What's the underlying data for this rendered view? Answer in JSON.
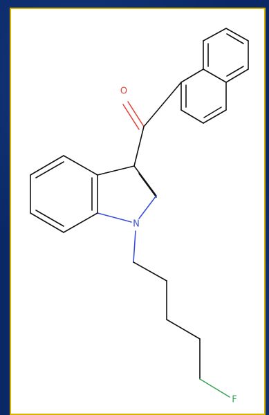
{
  "molecule": {
    "atoms": {
      "oxygen": {
        "label": "O",
        "color": "#e0463a"
      },
      "nitrogen": {
        "label": "N",
        "color": "#3a4fd8"
      },
      "fluorine": {
        "label": "F",
        "color": "#3aa35a"
      }
    }
  },
  "colors": {
    "background": "#0a2866",
    "canvas": "#ffffff",
    "border": "#d8b200",
    "bond": "#111111"
  }
}
